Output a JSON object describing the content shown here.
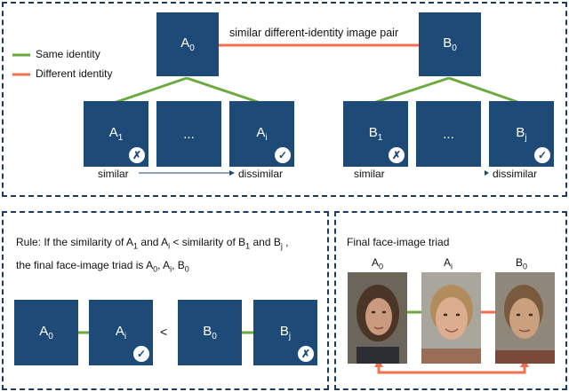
{
  "legend": {
    "same_label": "Same identity",
    "diff_label": "Different identity",
    "same_color": "#6aaa3f",
    "diff_color": "#f07050"
  },
  "top": {
    "pair_label": "similar different-identity image pair",
    "A0": {
      "base": "A",
      "sub": "0"
    },
    "B0": {
      "base": "B",
      "sub": "0"
    },
    "A1": {
      "base": "A",
      "sub": "1"
    },
    "Ai": {
      "base": "A",
      "sub": "i"
    },
    "B1": {
      "base": "B",
      "sub": "1"
    },
    "Bj": {
      "base": "B",
      "sub": "j"
    },
    "ellipsis": "...",
    "left_similar": "similar",
    "left_dissimilar": "dissimilar",
    "right_similar": "similar",
    "right_dissimilar": "dissimilar"
  },
  "rule": {
    "line1_pre": "Rule: If the similarity of A",
    "line1_s1": "1",
    "line1_mid": " and A",
    "line1_s2": "i",
    "line1_mid2": " < similarity of B",
    "line1_s3": "1",
    "line1_mid3": " and B",
    "line1_s4": "j",
    "line1_end": " ,",
    "line2_pre": "the final face-image triad is A",
    "line2_s1": "0",
    "line2_mid": ", A",
    "line2_s2": "i",
    "line2_mid2": ", B",
    "line2_s3": "0",
    "A0": {
      "base": "A",
      "sub": "0"
    },
    "Ai": {
      "base": "A",
      "sub": "i"
    },
    "B0": {
      "base": "B",
      "sub": "0"
    },
    "Bj": {
      "base": "B",
      "sub": "j"
    },
    "lt": "<"
  },
  "triad": {
    "title": "Final face-image triad",
    "labels": [
      {
        "base": "A",
        "sub": "0"
      },
      {
        "base": "A",
        "sub": "i"
      },
      {
        "base": "B",
        "sub": "0"
      }
    ]
  },
  "badges": {
    "check": "✓",
    "cross": "✗"
  }
}
